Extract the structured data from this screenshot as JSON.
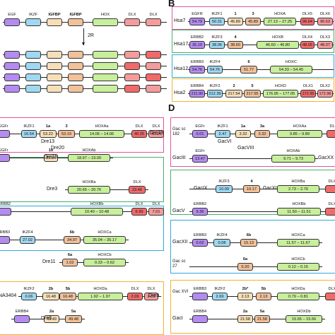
{
  "colors": {
    "EGFr": "#b48cf0",
    "IKZF": "#9fd8f0",
    "IGF1": "#f6dfb8",
    "IGF2": "#f0c19a",
    "HOX": "#c8ef9c",
    "DLX1": "#f39c9c",
    "DLX2": "#f06a6a",
    "line": "#222222",
    "box_pink": "#e0579b",
    "box_green": "#46b06a",
    "box_blue": "#30a9d6",
    "box_orange": "#f0b430"
  },
  "panel_a": {
    "labels": [
      "EGF",
      "IKZF",
      "IGFBP",
      "IGFBP",
      "HOX",
      "DLX",
      "DLX"
    ],
    "arrow_label": "2R"
  },
  "panels": {
    "B": "B",
    "D": "D"
  },
  "panel_b_rows": [
    {
      "label": "Hsa7",
      "box": "pink",
      "genes": [
        {
          "top": "EGFR",
          "value": "54.79",
          "color": "EGFr"
        },
        {
          "top": "IKZF1",
          "value": "50.31",
          "color": "IKZF"
        },
        {
          "top": "1",
          "bold": true,
          "value": "45.89",
          "color": "IGF1"
        },
        {
          "top": "3",
          "bold": true,
          "value": "45.89",
          "color": "IGF2"
        },
        {
          "top": "HOXA",
          "value": "27.13 – 27.25",
          "color": "HOX"
        },
        {
          "top": "DLX5",
          "value": "96.64",
          "color": "DLX2"
        },
        {
          "top": "DLX6",
          "value": "96.63",
          "color": "DLX1"
        }
      ]
    },
    {
      "label": "Hsa17",
      "box": "green",
      "genes": [
        {
          "top": "ERBB2",
          "value": "35.10",
          "color": "EGFr"
        },
        {
          "top": "IKZF3",
          "value": "38.06",
          "color": "IKZF"
        },
        {
          "top": "4",
          "bold": true,
          "value": "38.60",
          "color": "IGF2"
        },
        {
          "top": "HOXB",
          "value": "46.60 – 46.80",
          "color": "HOX"
        },
        {
          "top": "DLX4",
          "value": "48.05",
          "color": "DLX2"
        },
        {
          "top": "DLX3",
          "value": "48.07",
          "color": "DLX1"
        }
      ]
    },
    {
      "label": "Hsa12",
      "box": "blue",
      "genes": [
        {
          "top": "ERBB3",
          "value": "54.76",
          "color": "EGFr"
        },
        {
          "top": "IKZF4",
          "value": "54.76",
          "color": "IKZF"
        },
        {
          "top": "6",
          "bold": true,
          "value": "51.77",
          "color": "IGF2"
        },
        {
          "top": "HOXC",
          "value": "54.33 – 54.45",
          "color": "HOX"
        }
      ]
    },
    {
      "label": "Hsa2",
      "box": "orange",
      "genes": [
        {
          "top": "ERBB4",
          "value": "211.90",
          "color": "EGFr"
        },
        {
          "top": "IKZF2",
          "value": "212.39",
          "color": "IKZF"
        },
        {
          "top": "2",
          "bold": true,
          "value": "217.54",
          "color": "IGF1"
        },
        {
          "top": "5",
          "bold": true,
          "value": "217.55",
          "color": "IGF2"
        },
        {
          "top": "HOXD",
          "value": "176.95 – 177.05",
          "color": "HOX"
        },
        {
          "top": "DLX1",
          "value": "172.95",
          "color": "DLX2"
        },
        {
          "top": "DLX2",
          "value": "172.96",
          "color": "DLX1"
        }
      ]
    }
  ],
  "panel_c_rows": [
    {
      "left": "",
      "right": "Dre19",
      "bottom": [
        "Dre13",
        "Dre20"
      ],
      "genes": [
        {
          "top": "EGFr",
          "value": "",
          "color": "EGFr"
        },
        {
          "top": "IKZF1",
          "value": "16.54",
          "color": "IKZF"
        },
        {
          "top": "1a",
          "bold": true,
          "value": "53.22",
          "color": "IGF1"
        },
        {
          "top": "3",
          "bold": true,
          "value": "53.19",
          "color": "IGF2"
        },
        {
          "top": "HOXAa",
          "value": "14.06 – 14.06",
          "color": "HOX"
        },
        {
          "top": "DLX",
          "value": "40.25",
          "color": "DLX2"
        },
        {
          "top": "DLX",
          "value": "40.24",
          "color": "DLX1"
        }
      ]
    },
    {
      "left": "",
      "right": "Dre16",
      "genes": [
        {
          "top": "EGFr",
          "value": "",
          "color": "EGFr"
        },
        {
          "top": "1b",
          "bold": true,
          "value": "39.84",
          "color": "IGF1"
        },
        {
          "top": "HOXAb",
          "value": "18.97 – 19.00",
          "color": "HOX"
        }
      ]
    },
    {
      "left": "Dre3",
      "right": "",
      "genes": [
        {
          "top": "HOXBa",
          "value": "20.65 – 20.76",
          "color": "HOX"
        },
        {
          "top": "DLX",
          "value": "23.46",
          "color": "DLX2"
        }
      ]
    },
    {
      "left": "",
      "right": "",
      "genes": [
        {
          "top": "ERBB2",
          "value": "",
          "color": "EGFr"
        },
        {
          "top": "HOXBb",
          "value": "10.40 – 10.48",
          "color": "HOX"
        },
        {
          "top": "DLX",
          "value": "6.99",
          "color": "DLX2"
        },
        {
          "top": "DLX",
          "value": "7.01",
          "color": "DLX1"
        }
      ]
    },
    {
      "left": "",
      "right": "",
      "genes": [
        {
          "top": "ERBB3",
          "value": "",
          "color": "EGFr"
        },
        {
          "top": "IKZF4",
          "value": "27.02",
          "color": "IKZF"
        },
        {
          "top": "6b",
          "bold": true,
          "value": "34.97",
          "color": "IGF2"
        },
        {
          "top": "HOXCa",
          "value": "35.04 – 35.17",
          "color": "HOX"
        }
      ]
    },
    {
      "left": "Dre11",
      "right": "",
      "genes": [
        {
          "top": "6a",
          "bold": true,
          "value": "1.02",
          "color": "IGF2"
        },
        {
          "top": "HOXCb",
          "value": "0.33 – 0.62",
          "color": "HOX"
        }
      ]
    },
    {
      "left": "NA3404",
      "right": "Dre9",
      "genes": [
        {
          "top": "IKZF2",
          "value": "0.06",
          "color": "IKZF"
        },
        {
          "top": "2b",
          "bold": true,
          "value": "16.48",
          "color": "IGF1"
        },
        {
          "top": "5b",
          "bold": true,
          "value": "16.48",
          "color": "IGF2"
        },
        {
          "top": "HOXDa",
          "value": "1.92 – 1.97",
          "color": "HOX"
        },
        {
          "top": "DLX",
          "value": "2.09",
          "color": "DLX2"
        },
        {
          "top": "DLX",
          "value": "2.09",
          "color": "DLX1"
        }
      ]
    },
    {
      "left": "Dre6",
      "right": "",
      "genes": [
        {
          "top": "ERBB4",
          "value": "",
          "color": "EGFr"
        },
        {
          "top": "2a",
          "bold": true,
          "value": "49.49",
          "color": "IGF1"
        },
        {
          "top": "5a",
          "bold": true,
          "value": "49.48",
          "color": "IGF2"
        }
      ]
    }
  ],
  "panel_d_rows": [
    {
      "label": "Gac sc 182",
      "bottom": [
        "GacVI",
        "GacVIII"
      ],
      "genes": [
        {
          "top": "EGFr",
          "value": "0.01",
          "color": "EGFr"
        },
        {
          "top": "IKZF1",
          "value": "2.47",
          "color": "IKZF"
        },
        {
          "top": "1a",
          "bold": true,
          "value": "3.32",
          "color": "IGF1"
        },
        {
          "top": "3a",
          "bold": true,
          "value": "3.32",
          "color": "IGF2"
        },
        {
          "top": "HOXAa",
          "value": "9.85 – 9.89",
          "color": "HOX"
        },
        {
          "top": "DLX",
          "value": "",
          "color": "DLX2"
        }
      ]
    },
    {
      "label": "GacIII",
      "right": "GacXX",
      "genes": [
        {
          "top": "EGFr",
          "value": "13.47",
          "color": "EGFr"
        },
        {
          "top": "HOXAb",
          "value": "9.71 – 9.73",
          "color": "HOX"
        }
      ]
    },
    {
      "label": "GacIX",
      "mid": "GacXI",
      "genes": [
        {
          "top": "IKZF3",
          "value": "10.09",
          "color": "IKZF"
        },
        {
          "top": "4",
          "bold": true,
          "value": "10.17",
          "color": "IGF2"
        },
        {
          "top": "HOXBa",
          "value": "2.73 – 2.76",
          "color": "HOX"
        },
        {
          "top": "DLX",
          "value": "",
          "color": "DLX2"
        }
      ]
    },
    {
      "label": "GacV",
      "genes": [
        {
          "top": "ERBB2",
          "value": "9.36",
          "color": "EGFr"
        },
        {
          "top": "HOXBb",
          "value": "11.50 – 11.51",
          "color": "HOX"
        },
        {
          "top": "DLX",
          "value": "",
          "color": "DLX2"
        }
      ]
    },
    {
      "label": "GacXII",
      "genes": [
        {
          "top": "ERBB3",
          "value": "0.02",
          "color": "EGFr"
        },
        {
          "top": "IKZF4",
          "value": "0.08",
          "color": "IKZF"
        },
        {
          "top": "6b",
          "bold": true,
          "value": "15.13",
          "color": "IGF2"
        },
        {
          "top": "HOXCa",
          "value": "11.57 – 11.67",
          "color": "HOX"
        }
      ]
    },
    {
      "label": "Gac sc 27",
      "genes": [
        {
          "top": "6a",
          "bold": true,
          "value": "0.20",
          "color": "IGF2"
        },
        {
          "top": "HOXCb",
          "value": "0.12 – 0.15",
          "color": "HOX"
        }
      ]
    },
    {
      "label": "Gac XVI",
      "genes": [
        {
          "top": "ERBB3",
          "value": "",
          "color": "EGFr"
        },
        {
          "top": "IKZF2",
          "value": "2.69",
          "color": "IKZF"
        },
        {
          "top": "2b*",
          "bold": true,
          "value": "2.13",
          "color": "IGF1"
        },
        {
          "top": "5b",
          "bold": true,
          "value": "2.13",
          "color": "IGF2"
        },
        {
          "top": "HOXDa",
          "value": "0.79 – 0.81",
          "color": "HOX"
        },
        {
          "top": "DLX",
          "value": "",
          "color": "DLX2"
        }
      ]
    },
    {
      "label": "GacI",
      "genes": [
        {
          "top": "ERBB4",
          "value": "",
          "color": "EGFr"
        },
        {
          "top": "2a",
          "bold": true,
          "value": "21.58",
          "color": "IGF1"
        },
        {
          "top": "5a",
          "bold": true,
          "value": "21.58",
          "color": "IGF2"
        },
        {
          "top": "HOXDb",
          "value": "15.55 – 15.56",
          "color": "HOX"
        }
      ]
    }
  ]
}
